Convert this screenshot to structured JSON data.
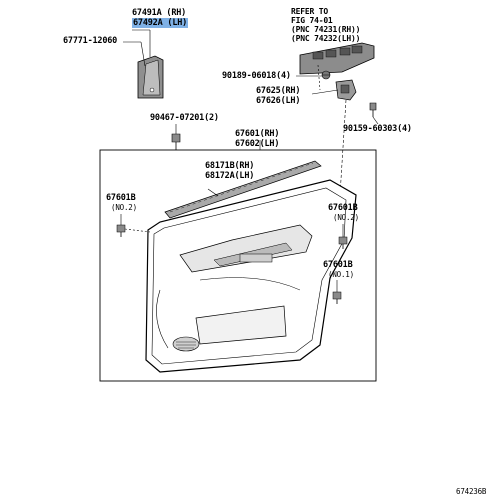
{
  "labels": {
    "p67491A": "67491A (RH)",
    "p67492A": "67492A (LH)",
    "p67771": "67771-12060",
    "refer_l1": "REFER TO",
    "refer_l2": "FIG 74-01",
    "refer_l3": "(PNC 74231(RH))",
    "refer_l4": "(PNC 74232(LH))",
    "p90189": "90189-06018(4)",
    "p67625": "67625(RH)",
    "p67626": "67626(LH)",
    "p90467": "90467-07201(2)",
    "p90159": "90159-60303(4)",
    "p67601": "67601(RH)",
    "p67602": "67602(LH)",
    "p68171B": "68171B(RH)",
    "p68172A": "68172A(LH)",
    "p67601B_left": "67601B",
    "no2_left": "(NO.2)",
    "p67601B_right1": "67601B",
    "no2_right": "(NO.2)",
    "p67601B_right2": "67601B",
    "no1_right": "(NO.1)",
    "figure_id": "674236B"
  },
  "colors": {
    "line": "#000000",
    "highlight": "#7fb1e6",
    "part_gray": "#9a9a9a",
    "part_light": "#d9d9d9"
  }
}
